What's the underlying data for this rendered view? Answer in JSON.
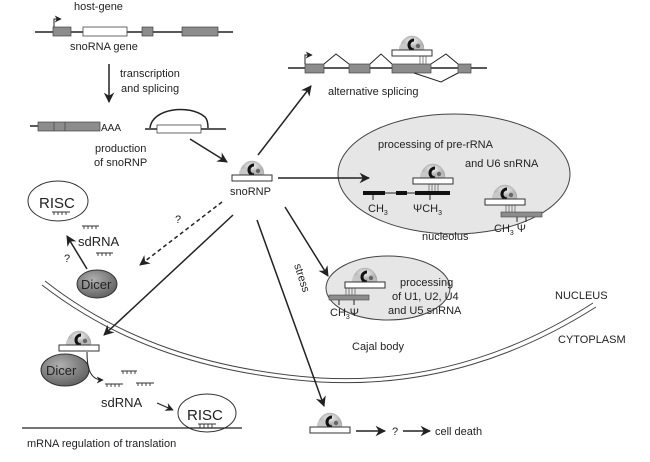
{
  "labels": {
    "host_gene": "host-gene",
    "snorna_gene": "snoRNA gene",
    "transcription_1": "transcription",
    "transcription_2": "and splicing",
    "polya": "AAA",
    "production_1": "production",
    "production_2": "of snoRNP",
    "snornp": "snoRNP",
    "alternative_splicing": "alternative splicing",
    "nucleolus_title_1": "processing of pre-rRNA",
    "nucleolus_title_2": "and U6 snRNA",
    "nucleolus": "nucleolus",
    "ch3_a": "CH",
    "psi_ch3": "ΨCH",
    "ch3_psi_nuc": "CH",
    "psi_symbol": "Ψ",
    "sub3": "3",
    "cajal_1": "processing",
    "cajal_2": "of U1, U2, U4",
    "cajal_3": "and U5 snRNA",
    "cajal_body": "Cajal body",
    "ch3psi_cajal": "CH",
    "nucleus": "NUCLEUS",
    "cytoplasm": "CYTOPLASM",
    "stress": "stress",
    "risc_top": "RISC",
    "risc_bottom": "RISC",
    "sdrna_top": "sdRNA",
    "sdrna_bottom": "sdRNA",
    "dicer_top": "Dicer",
    "dicer_bottom": "Dicer",
    "question": "?",
    "question_dashed": "?",
    "question_death": "?",
    "cell_death": "cell death",
    "mrna_regulation": "mRNA regulation of translation"
  },
  "colors": {
    "exon": "#8c8c8c",
    "compartment": "#e6e6e6",
    "dicer": "#7a7a7a",
    "line": "#222222"
  }
}
